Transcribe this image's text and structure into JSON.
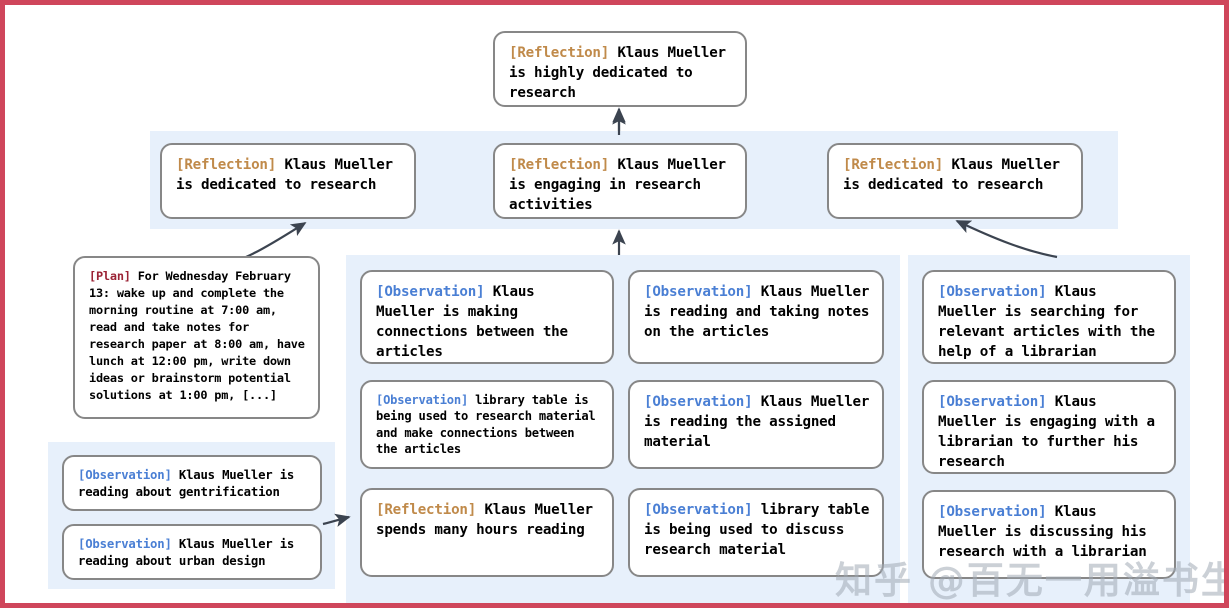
{
  "figure": {
    "border_color": "#cf465b",
    "panel_color": "#e7f0fb",
    "node_border_color": "#878787",
    "tag_colors": {
      "reflection": "#c08a4a",
      "observation": "#4a7fd4",
      "plan": "#9b2335"
    }
  },
  "watermark": {
    "text": "知乎 @百无一用溢书生"
  },
  "nodes": {
    "root_reflection": {
      "tag": "[Reflection]",
      "text": " Klaus Mueller is highly dedicated to research"
    },
    "mid_reflection_left": {
      "tag": "[Reflection]",
      "text": " Klaus Mueller is dedicated to research"
    },
    "mid_reflection_center": {
      "tag": "[Reflection]",
      "text": " Klaus Mueller is engaging in research activities"
    },
    "mid_reflection_right": {
      "tag": "[Reflection]",
      "text": " Klaus Mueller is dedicated to research"
    },
    "plan": {
      "tag": "[Plan]",
      "text": " For Wednesday February 13: wake up and complete the morning routine at 7:00 am, read and take notes for research paper at 8:00 am, have lunch at 12:00 pm, write down ideas or brainstorm potential solutions at 1:00 pm, [...]"
    },
    "obs_gentrification": {
      "tag": "[Observation]",
      "text": " Klaus Mueller is reading about gentrification"
    },
    "obs_urban_design": {
      "tag": "[Observation]",
      "text": " Klaus Mueller is reading about urban design"
    },
    "obs_connections": {
      "tag": "[Observation]",
      "text": " Klaus Mueller is making connections between the articles"
    },
    "obs_library_table_connections": {
      "tag": "[Observation]",
      "text": " library table is being used to research material and make connections between the articles"
    },
    "reflection_hours_reading": {
      "tag": "[Reflection]",
      "text": " Klaus Mueller spends many hours reading"
    },
    "obs_reading_notes": {
      "tag": "[Observation]",
      "text": " Klaus Mueller is reading and taking notes on the articles"
    },
    "obs_assigned_material": {
      "tag": "[Observation]",
      "text": " Klaus Mueller is reading the assigned material"
    },
    "obs_library_table_discuss": {
      "tag": "[Observation]",
      "text": " library table is being used to discuss research material"
    },
    "obs_searching_articles": {
      "tag": "[Observation]",
      "text": " Klaus Mueller is searching for relevant articles with the help of a librarian"
    },
    "obs_engaging_librarian": {
      "tag": "[Observation]",
      "text": " Klaus Mueller is engaging with a librarian to further his research"
    },
    "obs_discussing_librarian": {
      "tag": "[Observation]",
      "text": " Klaus Mueller is discussing his research with a librarian"
    }
  }
}
